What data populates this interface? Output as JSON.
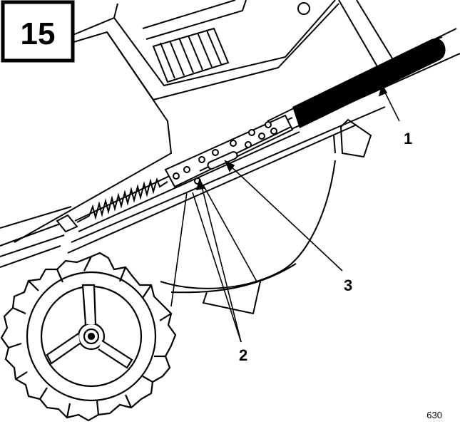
{
  "figure": {
    "step_number": "15",
    "reference_code": "630",
    "callouts": [
      {
        "id": "1",
        "label": "1"
      },
      {
        "id": "2",
        "label": "2"
      },
      {
        "id": "3",
        "label": "3"
      }
    ]
  },
  "colors": {
    "ink": "#000000",
    "paper": "#ffffff"
  }
}
